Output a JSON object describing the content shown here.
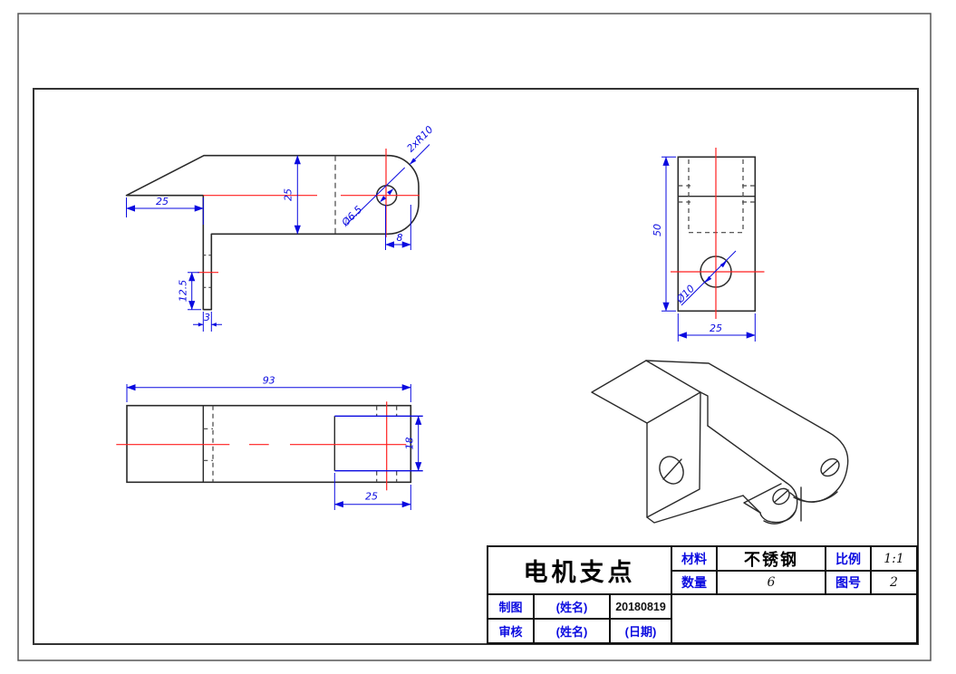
{
  "title_block": {
    "part_name": "电机支点",
    "material_label": "材料",
    "material_value": "不锈钢",
    "scale_label": "比例",
    "scale_value": "1:1",
    "quantity_label": "数量",
    "quantity_value": "6",
    "drawing_no_label": "图号",
    "drawing_no_value": "2",
    "drafter_label": "制图",
    "drafter_name": "(姓名)",
    "drafter_date": "20180819",
    "checker_label": "审核",
    "checker_name": "(姓名)",
    "checker_date": "(日期)"
  },
  "front_view": {
    "dim_flange_width": "25",
    "dim_arm_height": "25",
    "dim_leg_height": "12.5",
    "dim_leg_thickness": "3",
    "dim_hole_offset": "8",
    "dim_hole_dia": "Ø6.5",
    "dim_corner_radius": "2xR10"
  },
  "side_view": {
    "dim_height": "50",
    "dim_width": "25",
    "dim_hole_dia": "Ø10"
  },
  "top_view": {
    "dim_length": "93",
    "dim_tab_width": "18",
    "dim_tab_length": "25"
  },
  "colors": {
    "dimension_blue": "#0a0ae0",
    "centerline_red": "#ff1f1f",
    "outline_black": "#2a2a2a"
  }
}
